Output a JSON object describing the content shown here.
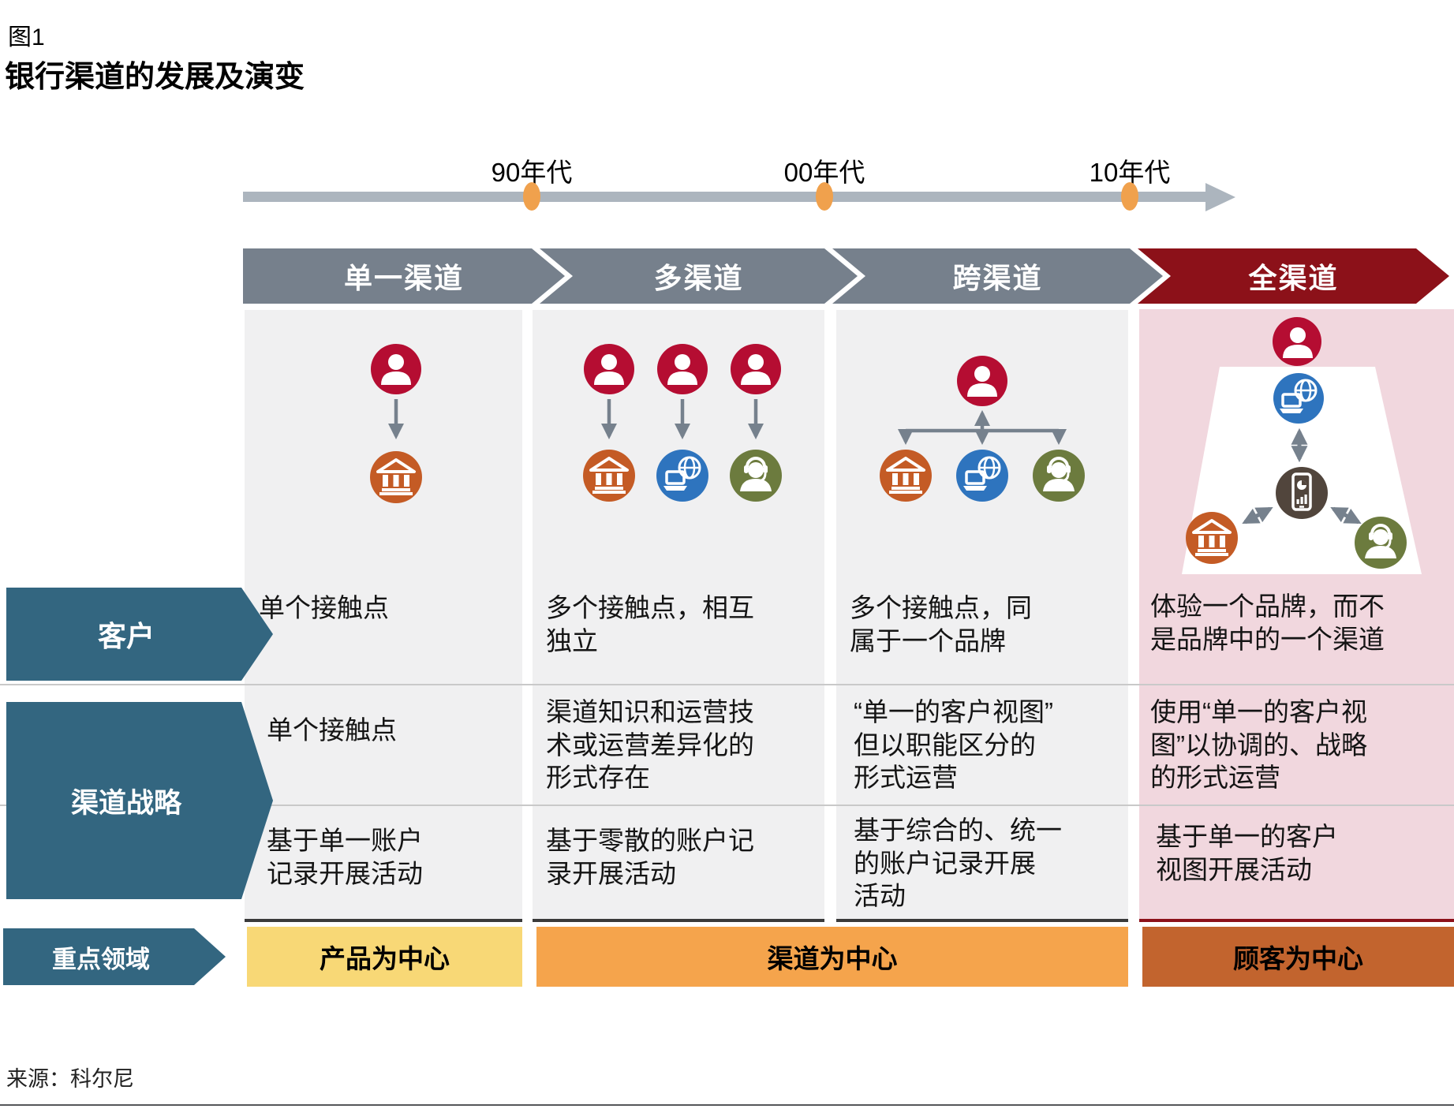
{
  "figure": {
    "tag": "图1",
    "title": "银行渠道的发展及演变",
    "source": "来源：科尔尼"
  },
  "timeline": {
    "eras": [
      "90年代",
      "00年代",
      "10年代"
    ]
  },
  "stages": [
    {
      "label": "单一渠道"
    },
    {
      "label": "多渠道"
    },
    {
      "label": "跨渠道"
    },
    {
      "label": "全渠道"
    }
  ],
  "row_labels": {
    "customer": "客户",
    "strategy": "渠道战略",
    "focus": "重点领域"
  },
  "customer_row": [
    "单个接触点",
    "多个接触点，相互\n独立",
    "多个接触点，同\n属于一个品牌",
    "体验一个品牌，而不\n是品牌中的一个渠道"
  ],
  "strategy_row_top": [
    "单个接触点",
    "渠道知识和运营技\n术或运营差异化的\n形式存在",
    "“单一的客户视图”\n但以职能区分的\n形式运营",
    "使用“单一的客户视\n图”以协调的、战略\n的形式运营"
  ],
  "strategy_row_bottom": [
    "基于单一账户\n记录开展活动",
    "基于零散的账户记\n录开展活动",
    "基于综合的、统一\n的账户记录开展\n活动",
    "基于单一的客户\n视图开展活动"
  ],
  "focus_bands": [
    {
      "label": "产品为中心",
      "color": "#F8D876"
    },
    {
      "label": "渠道为中心",
      "color": "#F5A44C"
    },
    {
      "label": "顾客为中心",
      "color": "#C2642E"
    }
  ],
  "icons": {
    "customer": "customer-person-icon",
    "branch": "bank-branch-icon",
    "online": "online-banking-icon",
    "call_center": "call-center-agent-icon",
    "mobile": "mobile-banking-icon"
  },
  "palette": {
    "stage_gray": "#76808C",
    "stage_red": "#8C1119",
    "customer_circle": "#B50D32",
    "branch_circle": "#C45B25",
    "online_circle": "#2E74BE",
    "call_center_circle": "#6C7B3E",
    "mobile_circle": "#51453C",
    "row_label_blue": "#336680",
    "timeline_dot_orange": "#F0A14D",
    "omni_panel_pink": "#F1D7DE",
    "panel_gray": "#F0F0F1"
  }
}
